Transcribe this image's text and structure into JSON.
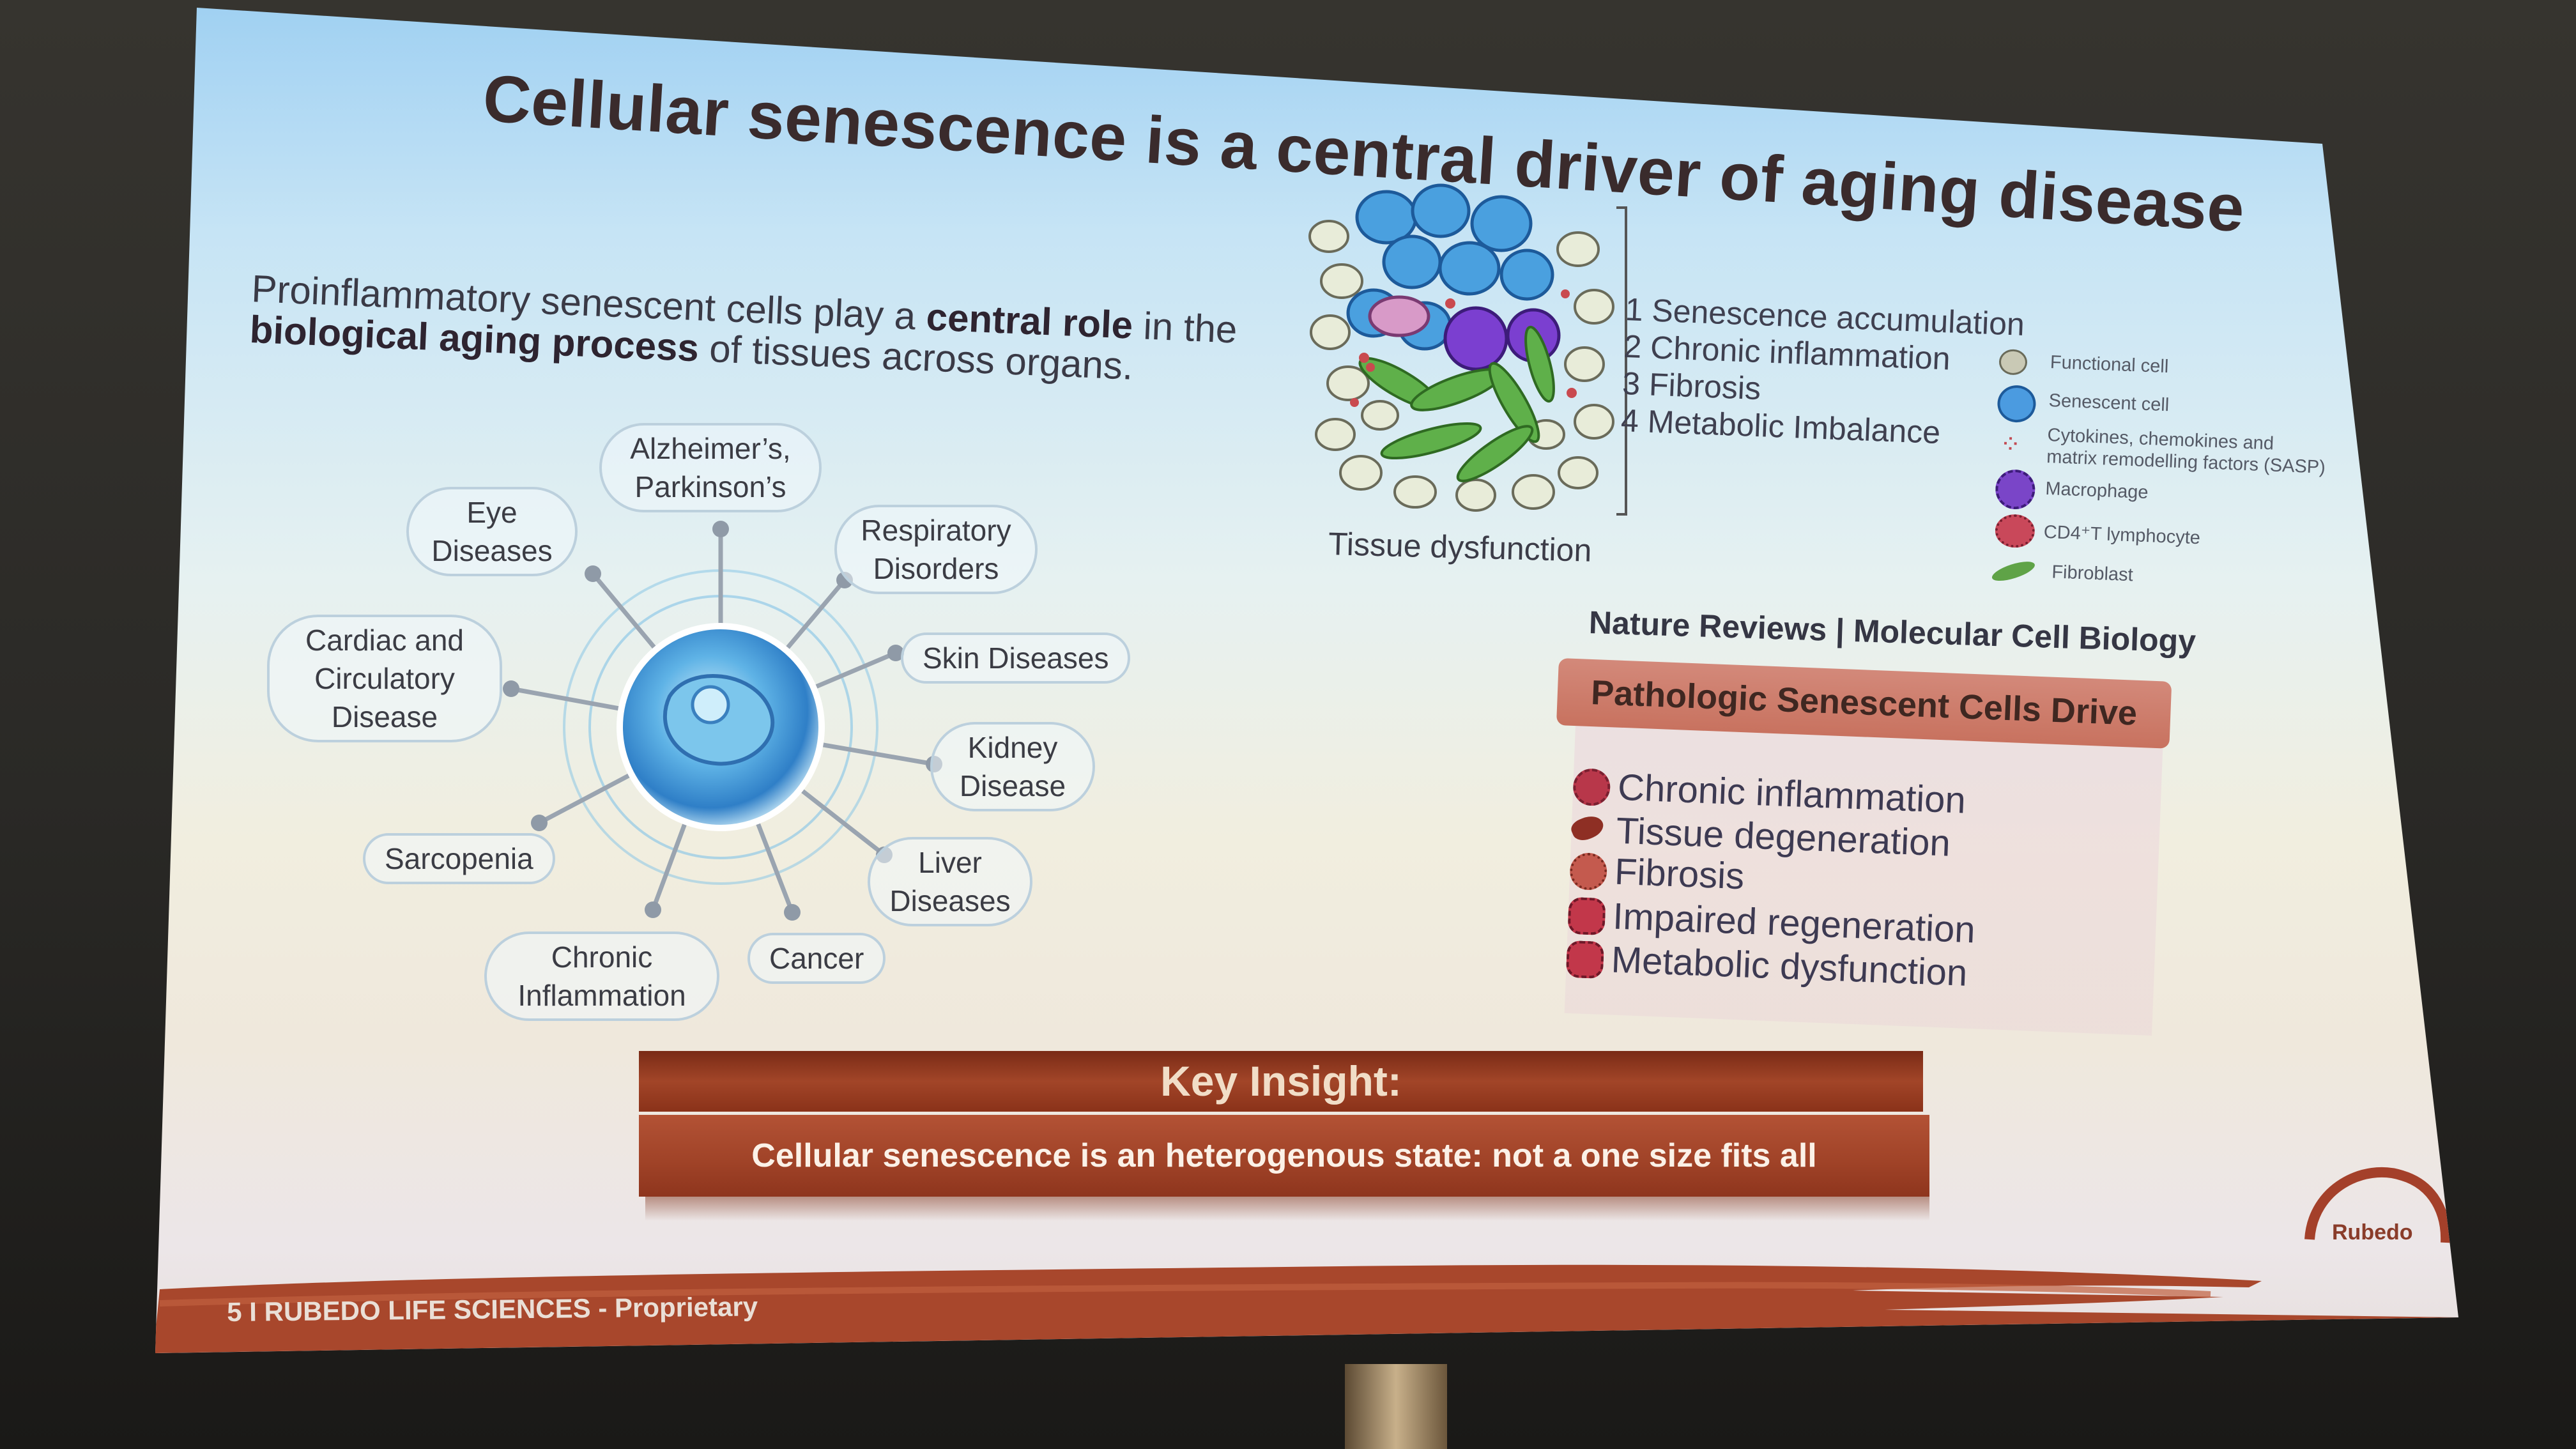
{
  "slide": {
    "title": "Cellular senescence is a central driver of aging disease",
    "intro": {
      "part1": "Proinflammatory senescent cells play a ",
      "bold1": "central role",
      "part2": " in the ",
      "bold2": "biological aging process",
      "part3": " of tissues across organs."
    },
    "diseases": {
      "eye": "Eye Diseases",
      "alzheimers": "Alzheimer’s, Parkinson’s",
      "respiratory": "Respiratory Disorders",
      "cardiac": "Cardiac and Circulatory Disease",
      "skin": "Skin Diseases",
      "kidney": "Kidney Disease",
      "sarcopenia": "Sarcopenia",
      "liver": "Liver Diseases",
      "chronic": "Chronic Inflammation",
      "cancer": "Cancer"
    },
    "tissue": {
      "caption": "Tissue dysfunction",
      "list": [
        "1 Senescence accumulation",
        "2 Chronic inflammation",
        "3 Fibrosis",
        "4 Metabolic Imbalance"
      ],
      "legend": [
        {
          "label": "Functional cell",
          "icon": "functional-cell-icon",
          "color": "#c9c9b5"
        },
        {
          "label": "Senescent cell",
          "icon": "senescent-cell-icon",
          "color": "#4b9be0"
        },
        {
          "label": "Cytokines, chemokines and",
          "icon": "cytokines-icon",
          "color": "#c24a52"
        },
        {
          "label": "matrix remodelling factors (SASP)",
          "icon": "",
          "color": ""
        },
        {
          "label": "Macrophage",
          "icon": "macrophage-icon",
          "color": "#7a45c8"
        },
        {
          "label": "CD4⁺T lymphocyte",
          "icon": "lymphocyte-icon",
          "color": "#c9485a"
        },
        {
          "label": "Fibroblast",
          "icon": "fibroblast-icon",
          "color": "#5fa347"
        }
      ],
      "source": "Nature Reviews | Molecular Cell Biology"
    },
    "pathologic": {
      "heading": "Pathologic Senescent Cells Drive",
      "items": [
        {
          "label": "Chronic inflammation",
          "icon": "inflammation-icon"
        },
        {
          "label": "Tissue degeneration",
          "icon": "degeneration-icon"
        },
        {
          "label": "Fibrosis",
          "icon": "fibrosis-icon"
        },
        {
          "label": "Impaired regeneration",
          "icon": "regeneration-icon"
        },
        {
          "label": "Metabolic dysfunction",
          "icon": "metabolic-icon"
        }
      ]
    },
    "insight": {
      "heading": "Key Insight:",
      "text": "Cellular senescence is an heterogenous state: not a one size fits all"
    },
    "footer": "5   I RUBEDO LIFE SCIENCES - Proprietary",
    "logo_text": "Rubedo"
  }
}
